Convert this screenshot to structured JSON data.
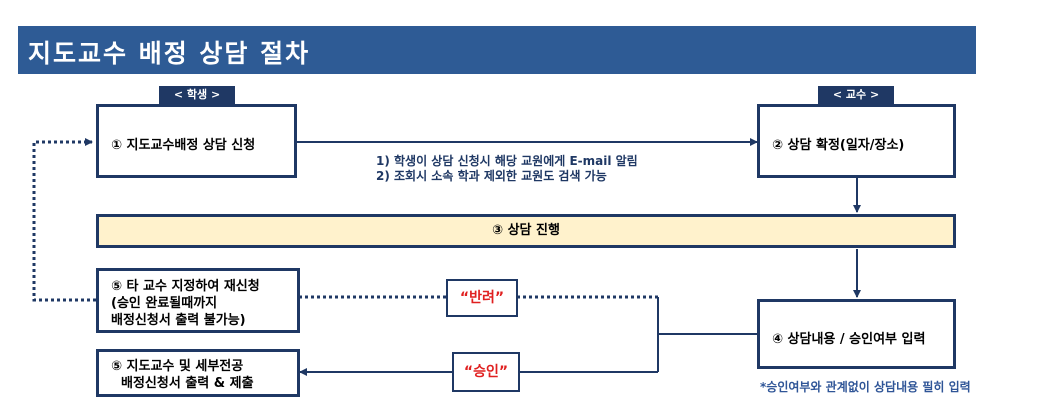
{
  "header": {
    "title": "지도교수 배정 상담 절차"
  },
  "tags": {
    "student": "< 학생 >",
    "professor": "< 교수 >"
  },
  "steps": {
    "apply": "① 지도교수배정 상담 신청",
    "confirm": "② 상담 확정(일자/장소)",
    "progress": "③ 상담 진행",
    "input": "④ 상담내용 / 승인여부 입력",
    "reapply_1": "⑤ 타 교수 지정하여 재신청",
    "reapply_2": "(승인 완료될때까지",
    "reapply_3": "배정신청서 출력 불가능)",
    "submit_1": "⑤ 지도교수 및 세부전공",
    "submit_2": "배정신청서 출력 & 제출"
  },
  "notes": {
    "line1": "1)   학생이 상담 신청시 해당 교원에게 E-mail 알림",
    "line2": "2)   조회시 소속 학과 제외한 교원도 검색 가능"
  },
  "labels": {
    "reject": "“반려”",
    "approve": "“승인”"
  },
  "footnote": "*승인여부와 관계없이 상담내용 필히 입력",
  "colors": {
    "header_bg": "#2E5B95",
    "border": "#1F3864",
    "progress_bg": "#FFF2CC",
    "label_text": "#E02020"
  }
}
